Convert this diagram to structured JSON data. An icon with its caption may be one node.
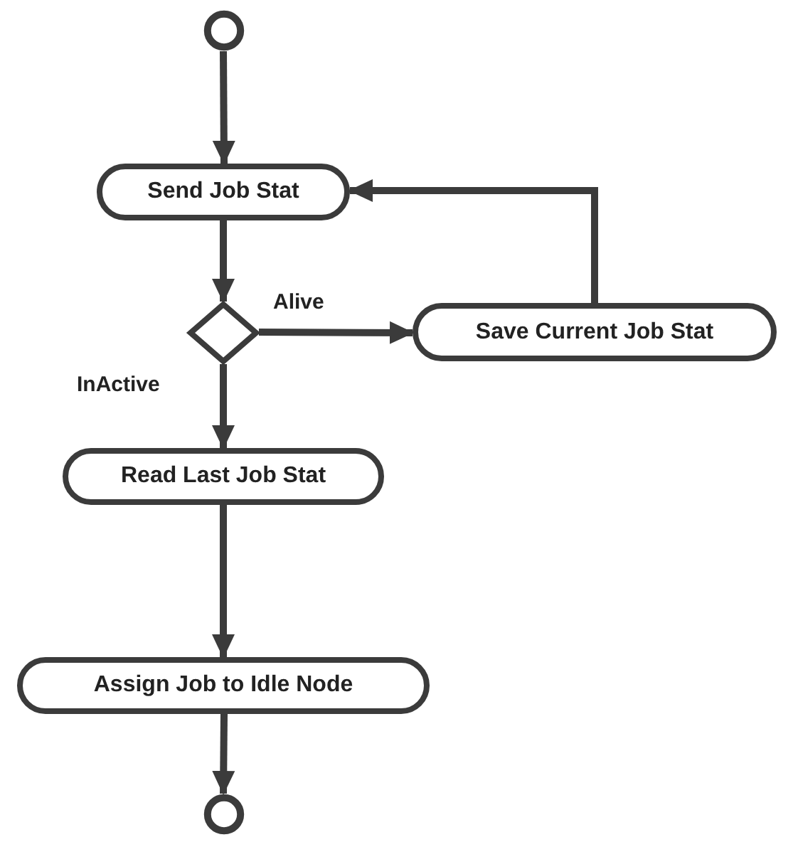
{
  "diagram": {
    "nodes": [
      {
        "text": [],
        "shape": "circle"
      },
      {
        "text": [
          "Send Job Stat"
        ]
      },
      {
        "text": [],
        "shape": "diamond"
      },
      {
        "text": [
          "Save Current Job Stat"
        ]
      },
      {
        "text": [
          "Read Last Job Stat"
        ]
      },
      {
        "text": [
          "Assign Job to Idle Node"
        ]
      },
      {
        "text": [],
        "shape": "circle"
      }
    ],
    "edges": [
      {
        "from": 0,
        "to": 1,
        "arrow": "to"
      },
      {
        "from": 1,
        "to": 2,
        "arrow": "to"
      },
      {
        "from": 2,
        "to": 3,
        "arrow": "to",
        "label": "Alive"
      },
      {
        "from": 3,
        "to": 1,
        "arrow": "to"
      },
      {
        "from": 2,
        "to": 4,
        "arrow": "to",
        "label": "InActive"
      },
      {
        "from": 4,
        "to": 5,
        "arrow": "to"
      },
      {
        "from": 5,
        "to": 6,
        "arrow": "to"
      }
    ]
  }
}
